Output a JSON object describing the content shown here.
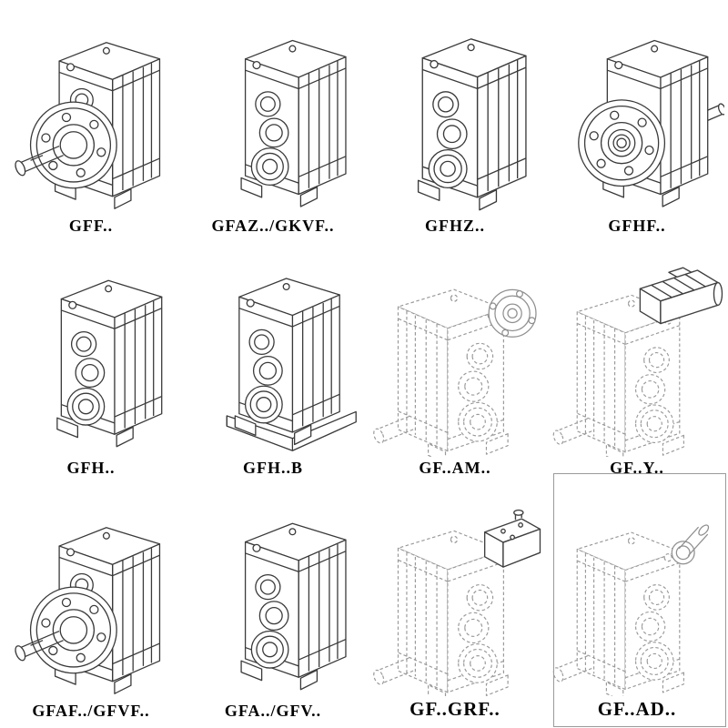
{
  "catalog": {
    "colors": {
      "line": "#3a3a3a",
      "dashed_line": "#999999",
      "background": "#ffffff"
    },
    "items": [
      {
        "label": "GFF..",
        "drawing": "flange-mounted-gearbox-with-output-shaft",
        "style": "solid"
      },
      {
        "label": "GFAZ../GKVF..",
        "drawing": "hollow-shaft-gearbox",
        "style": "solid"
      },
      {
        "label": "GFHZ..",
        "drawing": "hollow-shaft-gearbox-bearing",
        "style": "solid"
      },
      {
        "label": "GFHF..",
        "drawing": "flange-mounted-hollow-shaft-gearbox",
        "style": "solid"
      },
      {
        "label": "GFH..",
        "drawing": "shaft-mounted-gearbox",
        "style": "solid"
      },
      {
        "label": "GFH..B",
        "drawing": "shaft-mounted-gearbox-with-base",
        "style": "solid"
      },
      {
        "label": "GF..AM..",
        "drawing": "gearbox-with-iec-motor-adapter-flange",
        "style": "dashed"
      },
      {
        "label": "GF..Y..",
        "drawing": "gearbox-with-mounted-motor",
        "style": "dashed"
      },
      {
        "label": "GFAF../GFVF..",
        "drawing": "flange-mounted-gearbox-with-output-shaft",
        "style": "solid"
      },
      {
        "label": "GFA../GFV..",
        "drawing": "hollow-shaft-gearbox",
        "style": "solid"
      },
      {
        "label": "GF..GRF..",
        "drawing": "gearbox-with-cover-adapter",
        "style": "dashed"
      },
      {
        "label": "GF..AD..",
        "drawing": "gearbox-with-input-shaft-adapter",
        "style": "dashed",
        "boxed": true
      }
    ]
  }
}
